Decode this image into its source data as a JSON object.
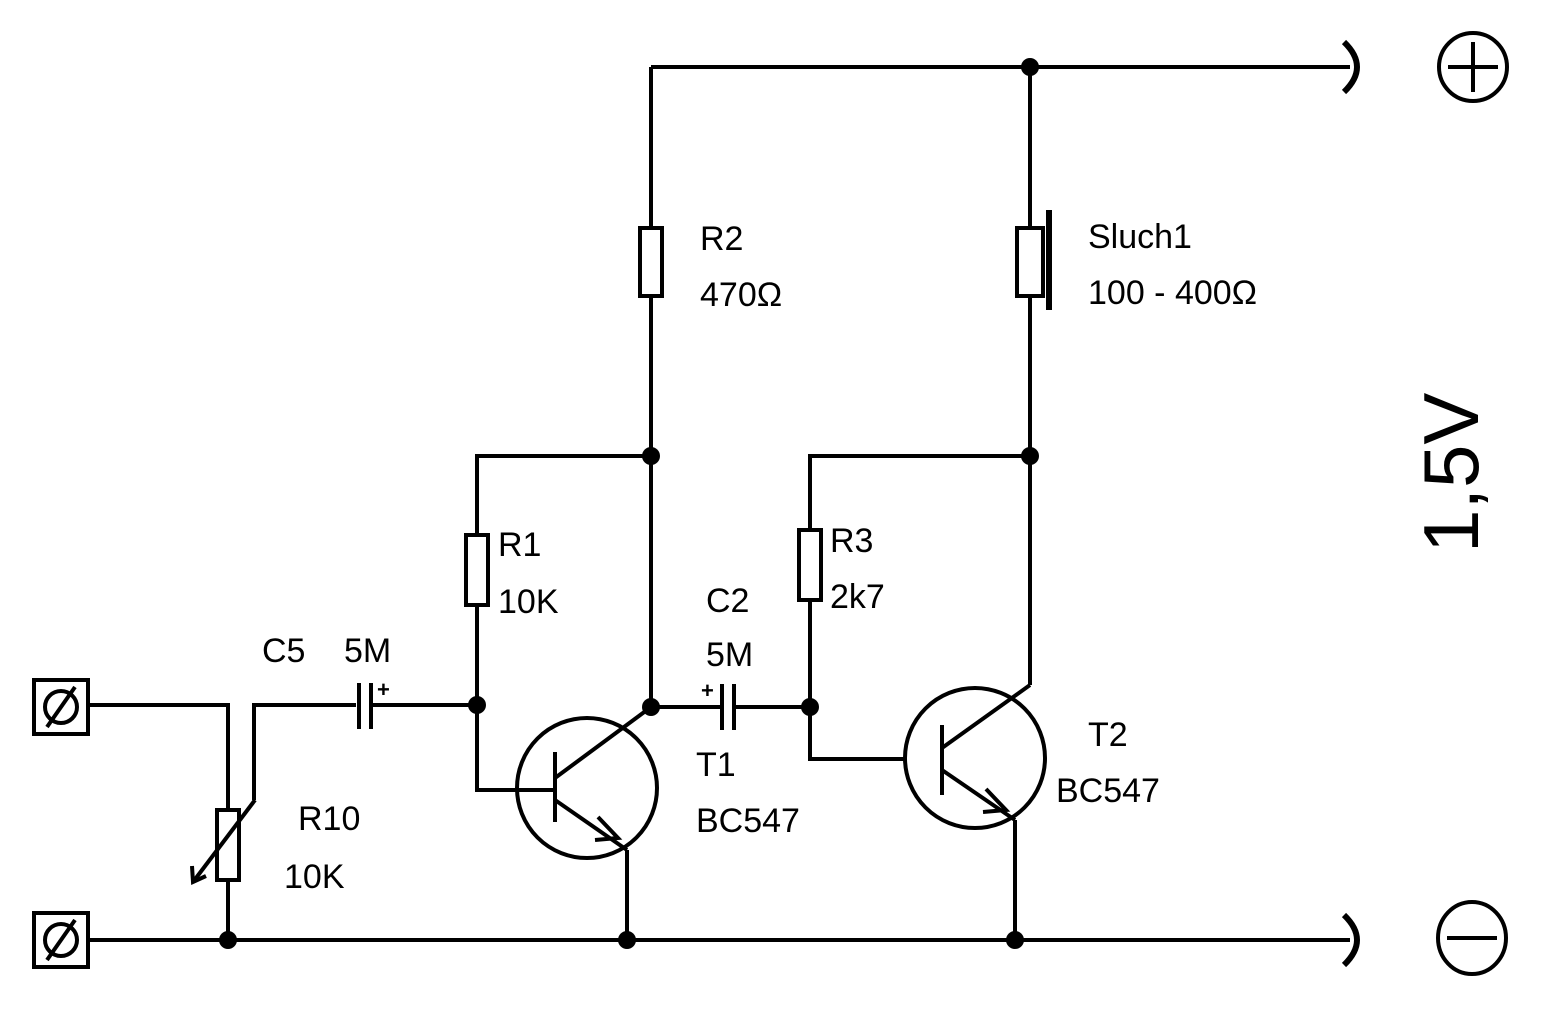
{
  "components": {
    "r2": {
      "ref": "R2",
      "value": "470Ω"
    },
    "sluch": {
      "ref": "Sluch1",
      "value": "100 - 400Ω"
    },
    "r1": {
      "ref": "R1",
      "value": "10K"
    },
    "r3": {
      "ref": "R3",
      "value": "2k7"
    },
    "c2": {
      "ref": "C2",
      "value": "5M"
    },
    "c5": {
      "ref": "C5",
      "value": "5M"
    },
    "t1": {
      "ref": "T1",
      "value": "BC547"
    },
    "t2": {
      "ref": "T2",
      "value": "BC547"
    },
    "r10": {
      "ref": "R10",
      "value": "10K"
    }
  },
  "supply": {
    "voltage": "1,5V"
  },
  "capacitor_polarity_mark": "+"
}
